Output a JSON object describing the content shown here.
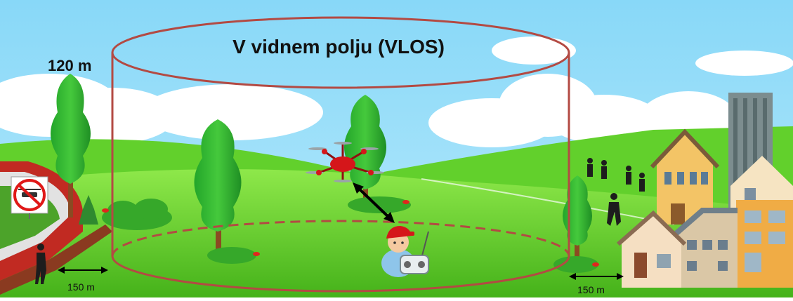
{
  "title": "V vidnem polju (VLOS)",
  "height_label": "120 m",
  "distance_left_label": "150 m",
  "distance_right_label": "150 m",
  "colors": {
    "sky": "#8fdcfa",
    "grass_light": "#7ce33c",
    "grass_dark": "#3fa016",
    "cylinder": "#b34a43",
    "drone_body": "#d5161a",
    "tree": "#2fb52a"
  },
  "icons": [
    "no-drone-sign-icon",
    "drone-icon",
    "pilot-icon",
    "remote-controller-icon"
  ]
}
